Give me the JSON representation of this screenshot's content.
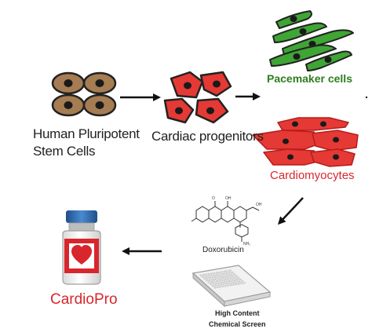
{
  "diagram": {
    "stem_cells": {
      "label_line1": "Human Pluripotent",
      "label_line2": "Stem Cells"
    },
    "progenitors": {
      "label": "Cardiac progenitors"
    },
    "pacemaker": {
      "label": "Pacemaker cells"
    },
    "cardiomyocytes": {
      "label": "Cardiomyocytes"
    },
    "drug": {
      "label": "Doxorubicin"
    },
    "screen": {
      "label_line1": "High Content",
      "label_line2": "Chemical Screen"
    },
    "product": {
      "label": "CardioPro"
    }
  },
  "colors": {
    "stem_cell_fill": "#a67c52",
    "progenitor_fill": "#e53935",
    "pacemaker_fill": "#3fa535",
    "cardiomyocyte_fill": "#e53935",
    "nucleus": "#1a1a1a",
    "pacemaker_text": "#2e7d1f",
    "cardio_text": "#d8262c",
    "vial_cap": "#2f6fb5",
    "heart": "#d8262c"
  },
  "icons": [
    "stem-cell-cluster",
    "progenitor-cell-cluster",
    "pacemaker-cell-cluster",
    "cardiomyocyte-cluster",
    "doxorubicin-molecule",
    "well-plate",
    "cardiopro-vial"
  ]
}
